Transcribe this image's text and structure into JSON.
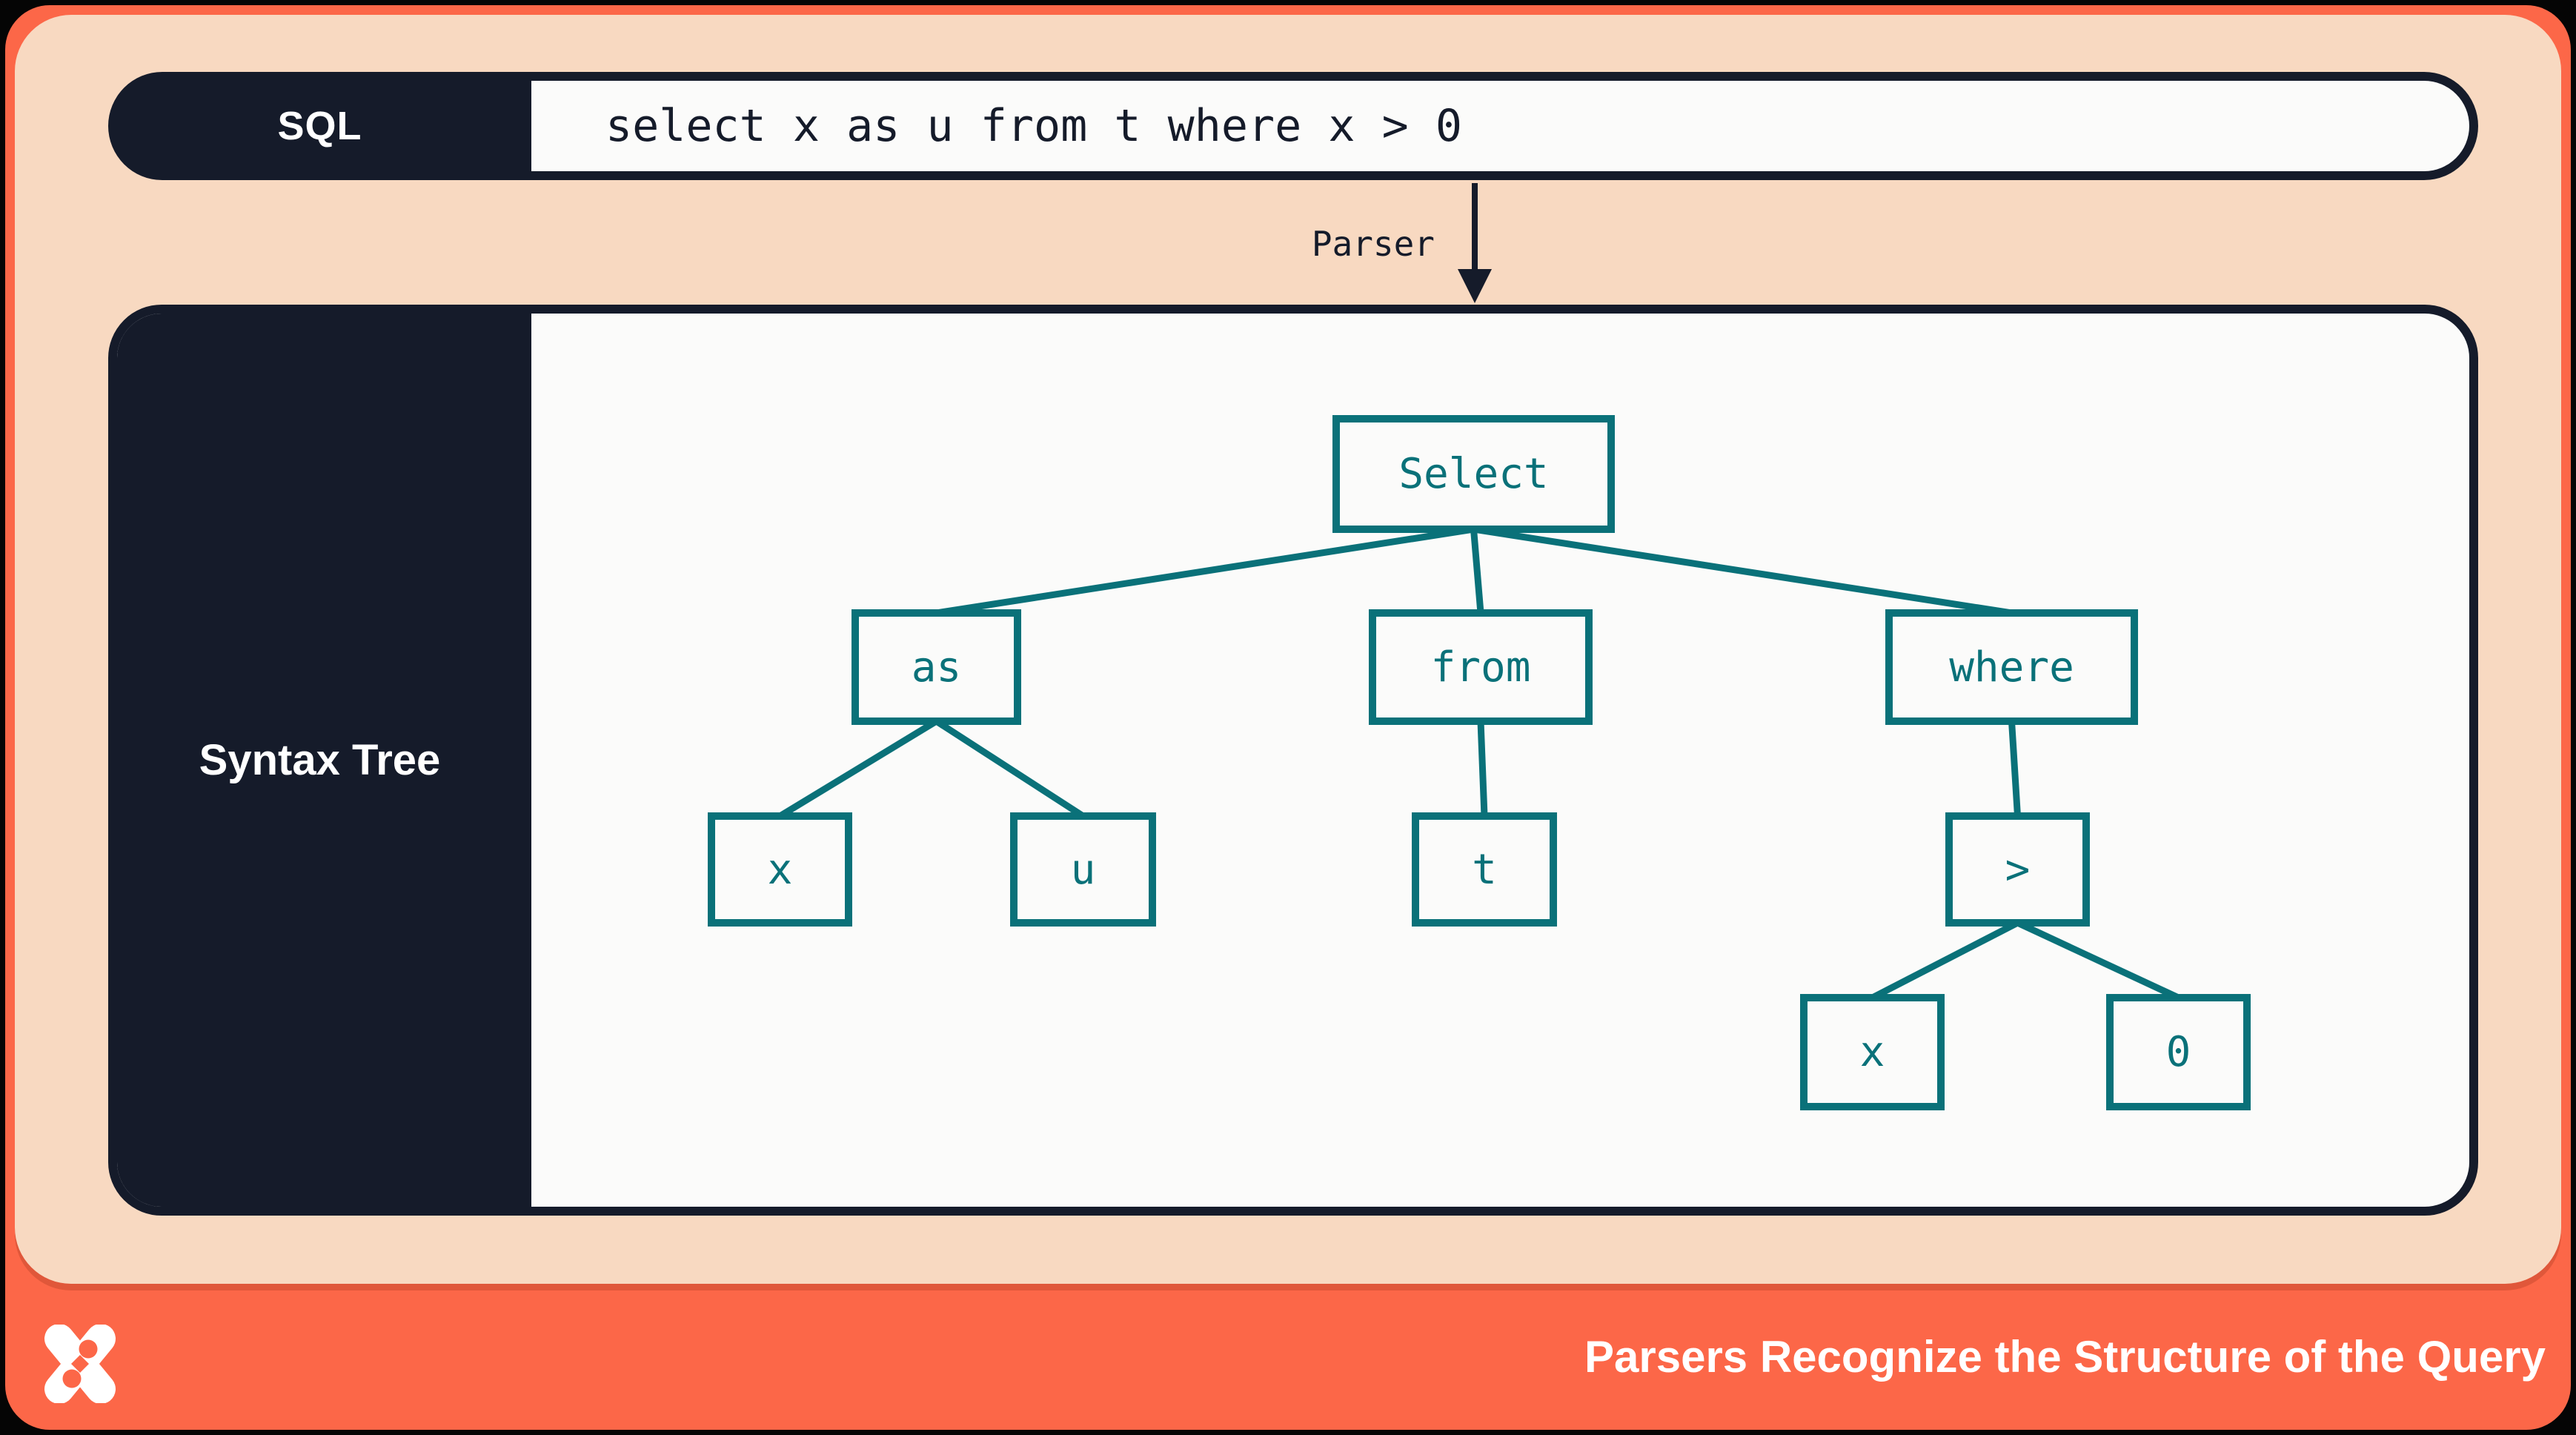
{
  "colors": {
    "frame_orange": "#fc6748",
    "card_peach": "#f8d9c1",
    "panel_navy": "#151b2a",
    "surface_white": "#fbfbfa",
    "node_teal": "#0a7179"
  },
  "sql_bar": {
    "label": "SQL",
    "query": "select x as u from t where x > 0"
  },
  "parser_arrow": {
    "label": "Parser"
  },
  "syntax_tree_panel": {
    "label": "Syntax Tree"
  },
  "tree": {
    "root": "select",
    "nodes": [
      {
        "id": "select",
        "label": "Select"
      },
      {
        "id": "as",
        "label": "as"
      },
      {
        "id": "from",
        "label": "from"
      },
      {
        "id": "where",
        "label": "where"
      },
      {
        "id": "x1",
        "label": "x"
      },
      {
        "id": "u",
        "label": "u"
      },
      {
        "id": "t",
        "label": "t"
      },
      {
        "id": "gt",
        "label": ">"
      },
      {
        "id": "x2",
        "label": "x"
      },
      {
        "id": "zero",
        "label": "0"
      }
    ],
    "edges": [
      [
        "select",
        "as"
      ],
      [
        "select",
        "from"
      ],
      [
        "select",
        "where"
      ],
      [
        "as",
        "x1"
      ],
      [
        "as",
        "u"
      ],
      [
        "from",
        "t"
      ],
      [
        "where",
        "gt"
      ],
      [
        "gt",
        "x2"
      ],
      [
        "gt",
        "zero"
      ]
    ]
  },
  "footer": {
    "title": "Parsers Recognize the Structure of the Query"
  }
}
